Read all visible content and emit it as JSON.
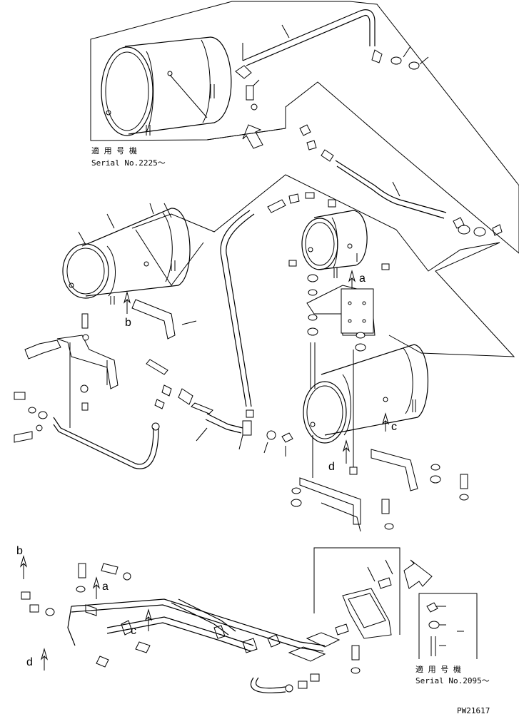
{
  "inset_top": {
    "applicable_label": "適 用 号 機",
    "serial_label": "Serial No.2225〜"
  },
  "inset_bottom": {
    "applicable_label": "適 用 号 機",
    "serial_label": "Serial No.2095〜"
  },
  "view_letters": {
    "a_upper": "a",
    "b_upper": "b",
    "c_upper": "c",
    "d_upper": "d",
    "a_lower": "a",
    "b_lower": "b",
    "c_lower": "c",
    "d_lower": "d"
  },
  "drawing_code": "PW21617"
}
